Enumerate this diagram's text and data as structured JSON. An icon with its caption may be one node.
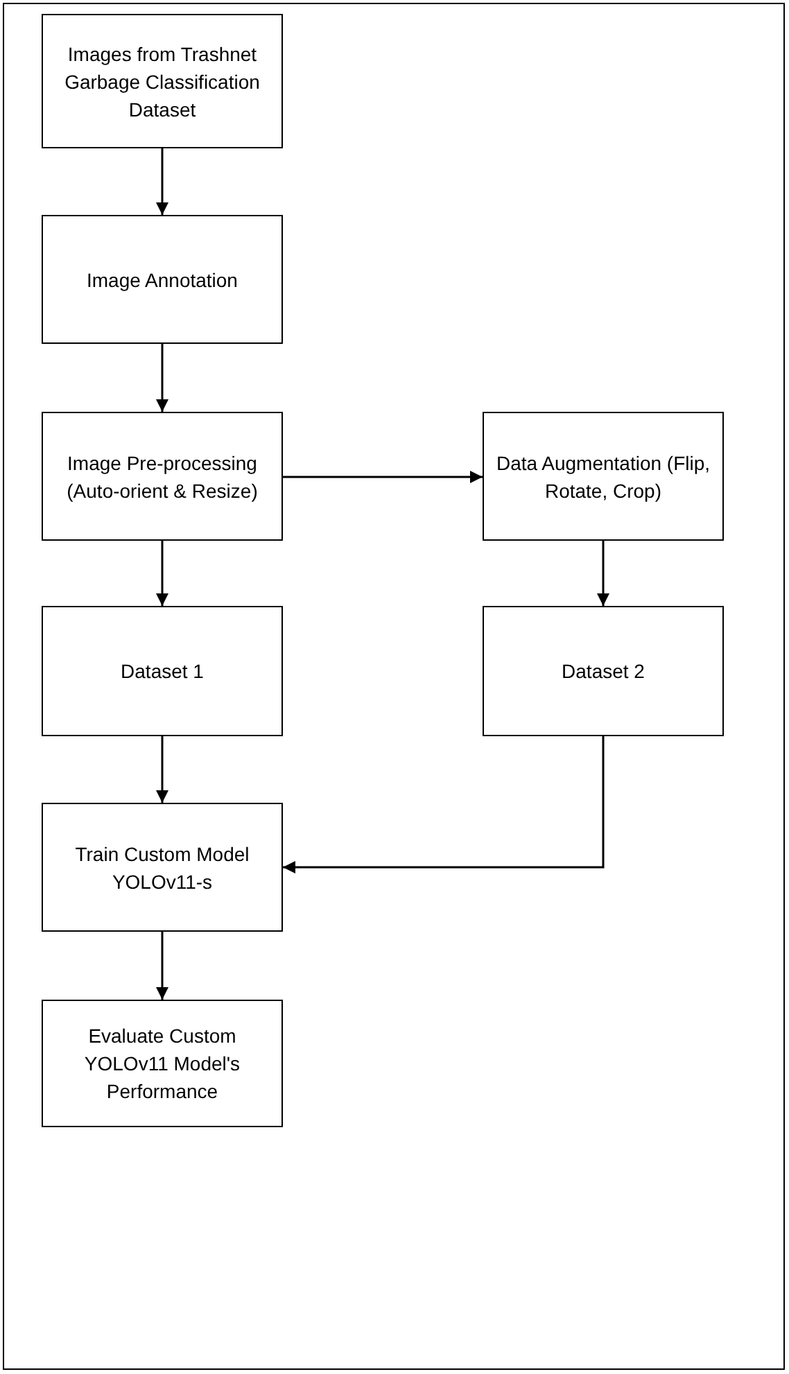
{
  "diagram": {
    "nodes": [
      {
        "text": [
          "Images from Trashnet Garbage Classification Dataset"
        ]
      },
      {
        "text": [
          "Image Annotation"
        ]
      },
      {
        "text": [
          "Image Pre-processing (Auto-orient & Resize)"
        ]
      },
      {
        "text": [
          "Data Augmentation (Flip, Rotate, Crop)"
        ]
      },
      {
        "text": [
          "Dataset 1"
        ]
      },
      {
        "text": [
          "Dataset 2"
        ]
      },
      {
        "text": [
          "Train Custom Model YOLOv11-s"
        ]
      },
      {
        "text": [
          "Evaluate Custom YOLOv11 Model's Performance"
        ]
      }
    ],
    "edges": [
      {
        "from": 0,
        "to": 1,
        "arrow": "to"
      },
      {
        "from": 1,
        "to": 2,
        "arrow": "to"
      },
      {
        "from": 2,
        "to": 3,
        "arrow": "to"
      },
      {
        "from": 2,
        "to": 4,
        "arrow": "to"
      },
      {
        "from": 3,
        "to": 5,
        "arrow": "to"
      },
      {
        "from": 4,
        "to": 6,
        "arrow": "to"
      },
      {
        "from": 5,
        "to": 6,
        "arrow": "to"
      },
      {
        "from": 6,
        "to": 7,
        "arrow": "to"
      }
    ]
  }
}
